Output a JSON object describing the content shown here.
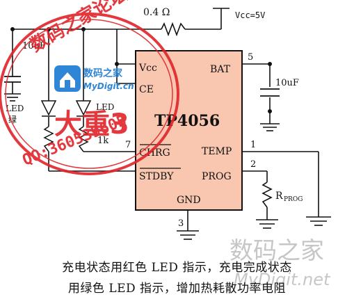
{
  "chip": {
    "name": "TP4056"
  },
  "pins": {
    "vcc": "Vcc",
    "ce": "CE",
    "bat": "BAT",
    "chrg": "CHRG",
    "temp": "TEMP",
    "stdby": "STDBY",
    "prog": "PROG",
    "gnd": "GND"
  },
  "pin_numbers": {
    "bat": "5",
    "temp": "1",
    "prog": "2",
    "gnd": "3",
    "chrg": "7"
  },
  "components": {
    "r_sense": "0.4 Ω",
    "vcc_supply": "Vcc=5V",
    "c_in": "10uF",
    "c_out": "10uF",
    "led_green": "LED",
    "led_green_color": "绿",
    "led_red": "LED",
    "r_led": "1k",
    "r_prog": "R",
    "r_prog_sub": "PROG"
  },
  "caption": {
    "line1": "充电状态用红色 LED 指示，充电完成状态",
    "line2": "用绿色 LED 指示，增加热耗散功率电阻"
  },
  "watermark": {
    "seal_text": "数码之家论坛",
    "seal_big": "大重3",
    "qq": "QQ:360539605",
    "logo_cn": "数码之家",
    "logo_en": "MyDigit.cn",
    "corner_cn": "数码之家",
    "corner_en": "MyDigit.net"
  },
  "colors": {
    "chip_fill": "#f9c6b0",
    "seal_red": "#e0242a",
    "logo_blue": "#2f86d6",
    "watermark_grey": "#b9b9b9"
  },
  "icons": [
    "resistor-icon",
    "capacitor-icon",
    "led-icon",
    "ground-icon",
    "logo-house-icon"
  ]
}
